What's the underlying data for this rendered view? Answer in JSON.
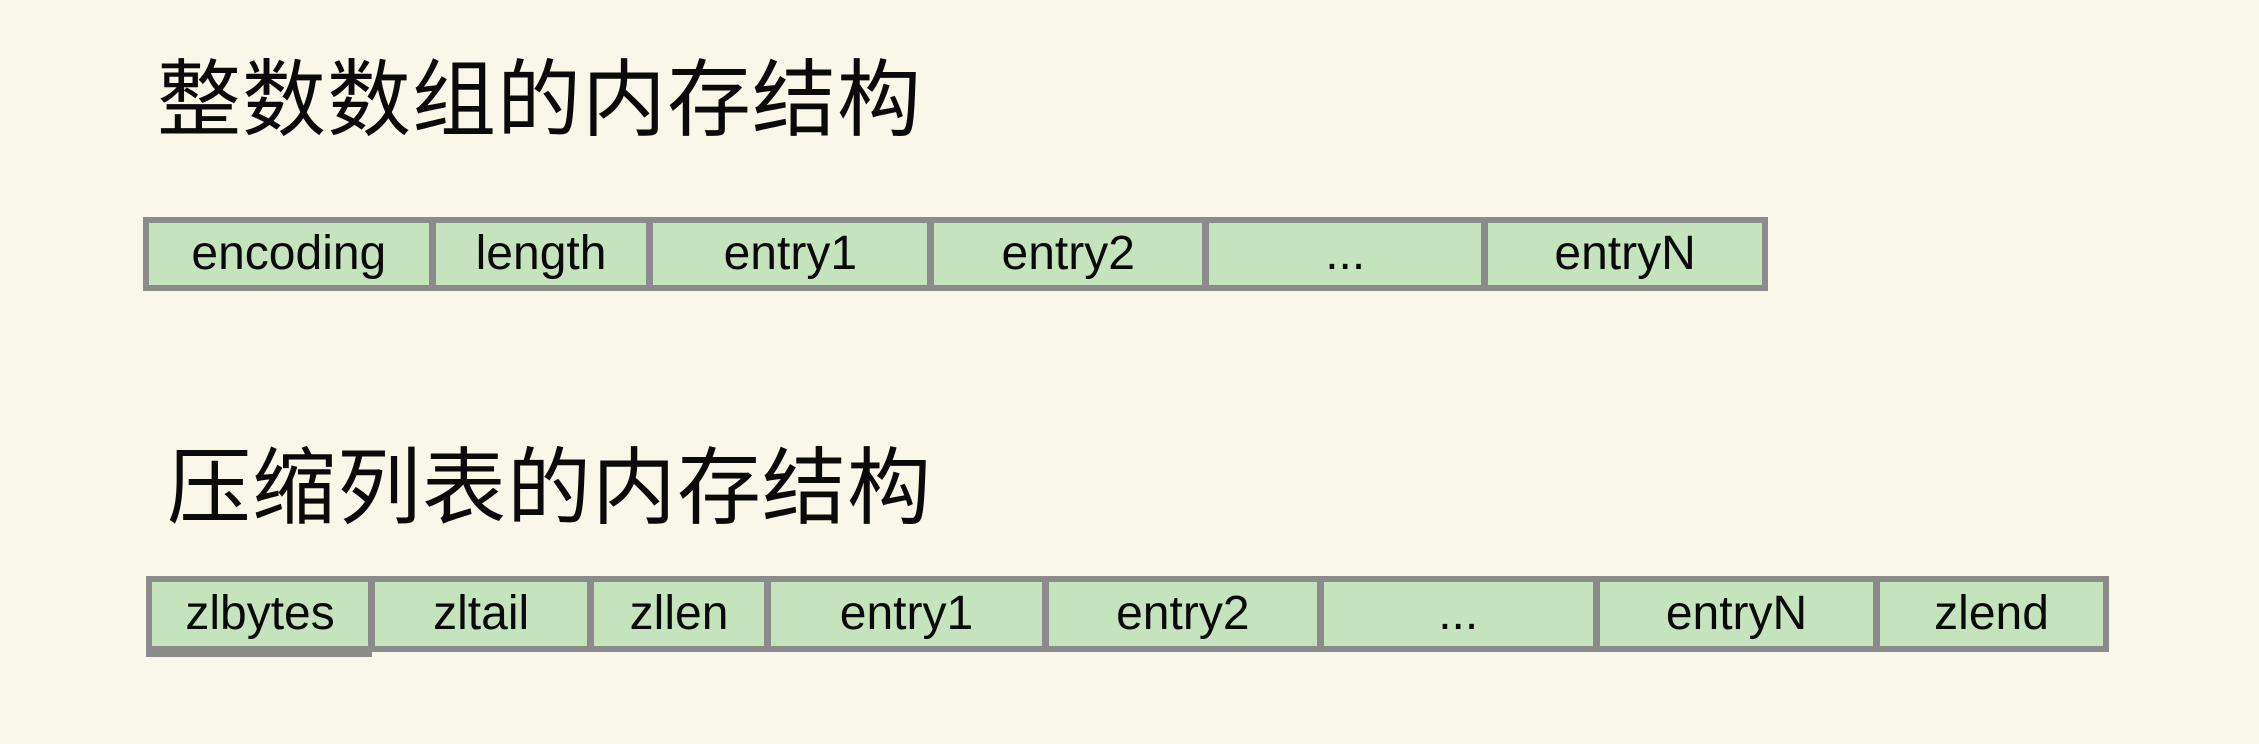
{
  "colors": {
    "background": "#f9f7e8",
    "cell_fill": "#c5e3bd",
    "cell_border": "#8b8b8b",
    "text": "#0a0a0a"
  },
  "sections": [
    {
      "title": "整数数组的内存结构",
      "cells": [
        "encoding",
        "length",
        "entry1",
        "entry2",
        "...",
        "entryN"
      ]
    },
    {
      "title": "压缩列表的内存结构",
      "cells": [
        "zlbytes",
        "zltail",
        "zllen",
        "entry1",
        "entry2",
        "...",
        "entryN",
        "zlend"
      ]
    }
  ]
}
